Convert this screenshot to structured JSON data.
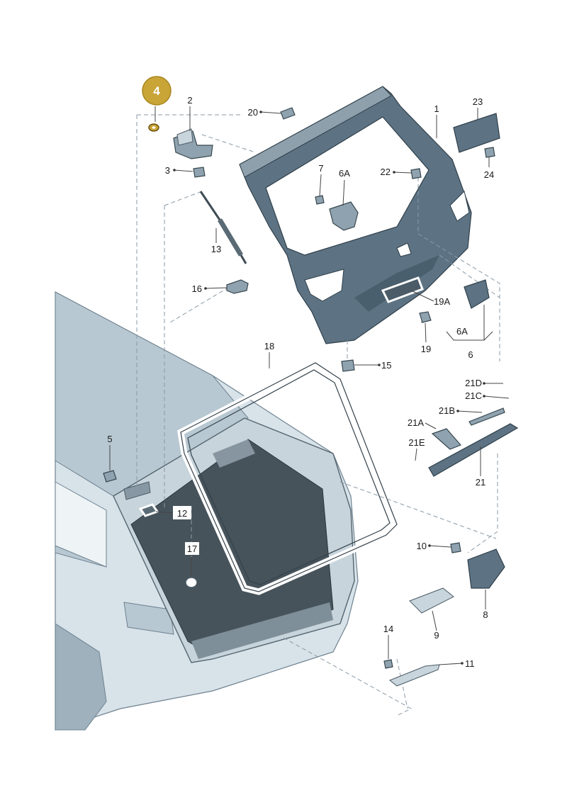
{
  "highlight": {
    "number": "4",
    "color": "#c9a437"
  },
  "callouts": [
    "1",
    "2",
    "3",
    "4",
    "5",
    "6",
    "6A",
    "6A",
    "7",
    "8",
    "9",
    "10",
    "11",
    "12",
    "13",
    "14",
    "15",
    "16",
    "17",
    "18",
    "19",
    "19A",
    "20",
    "21",
    "21A",
    "21B",
    "21C",
    "21D",
    "21E",
    "22",
    "23",
    "24"
  ]
}
